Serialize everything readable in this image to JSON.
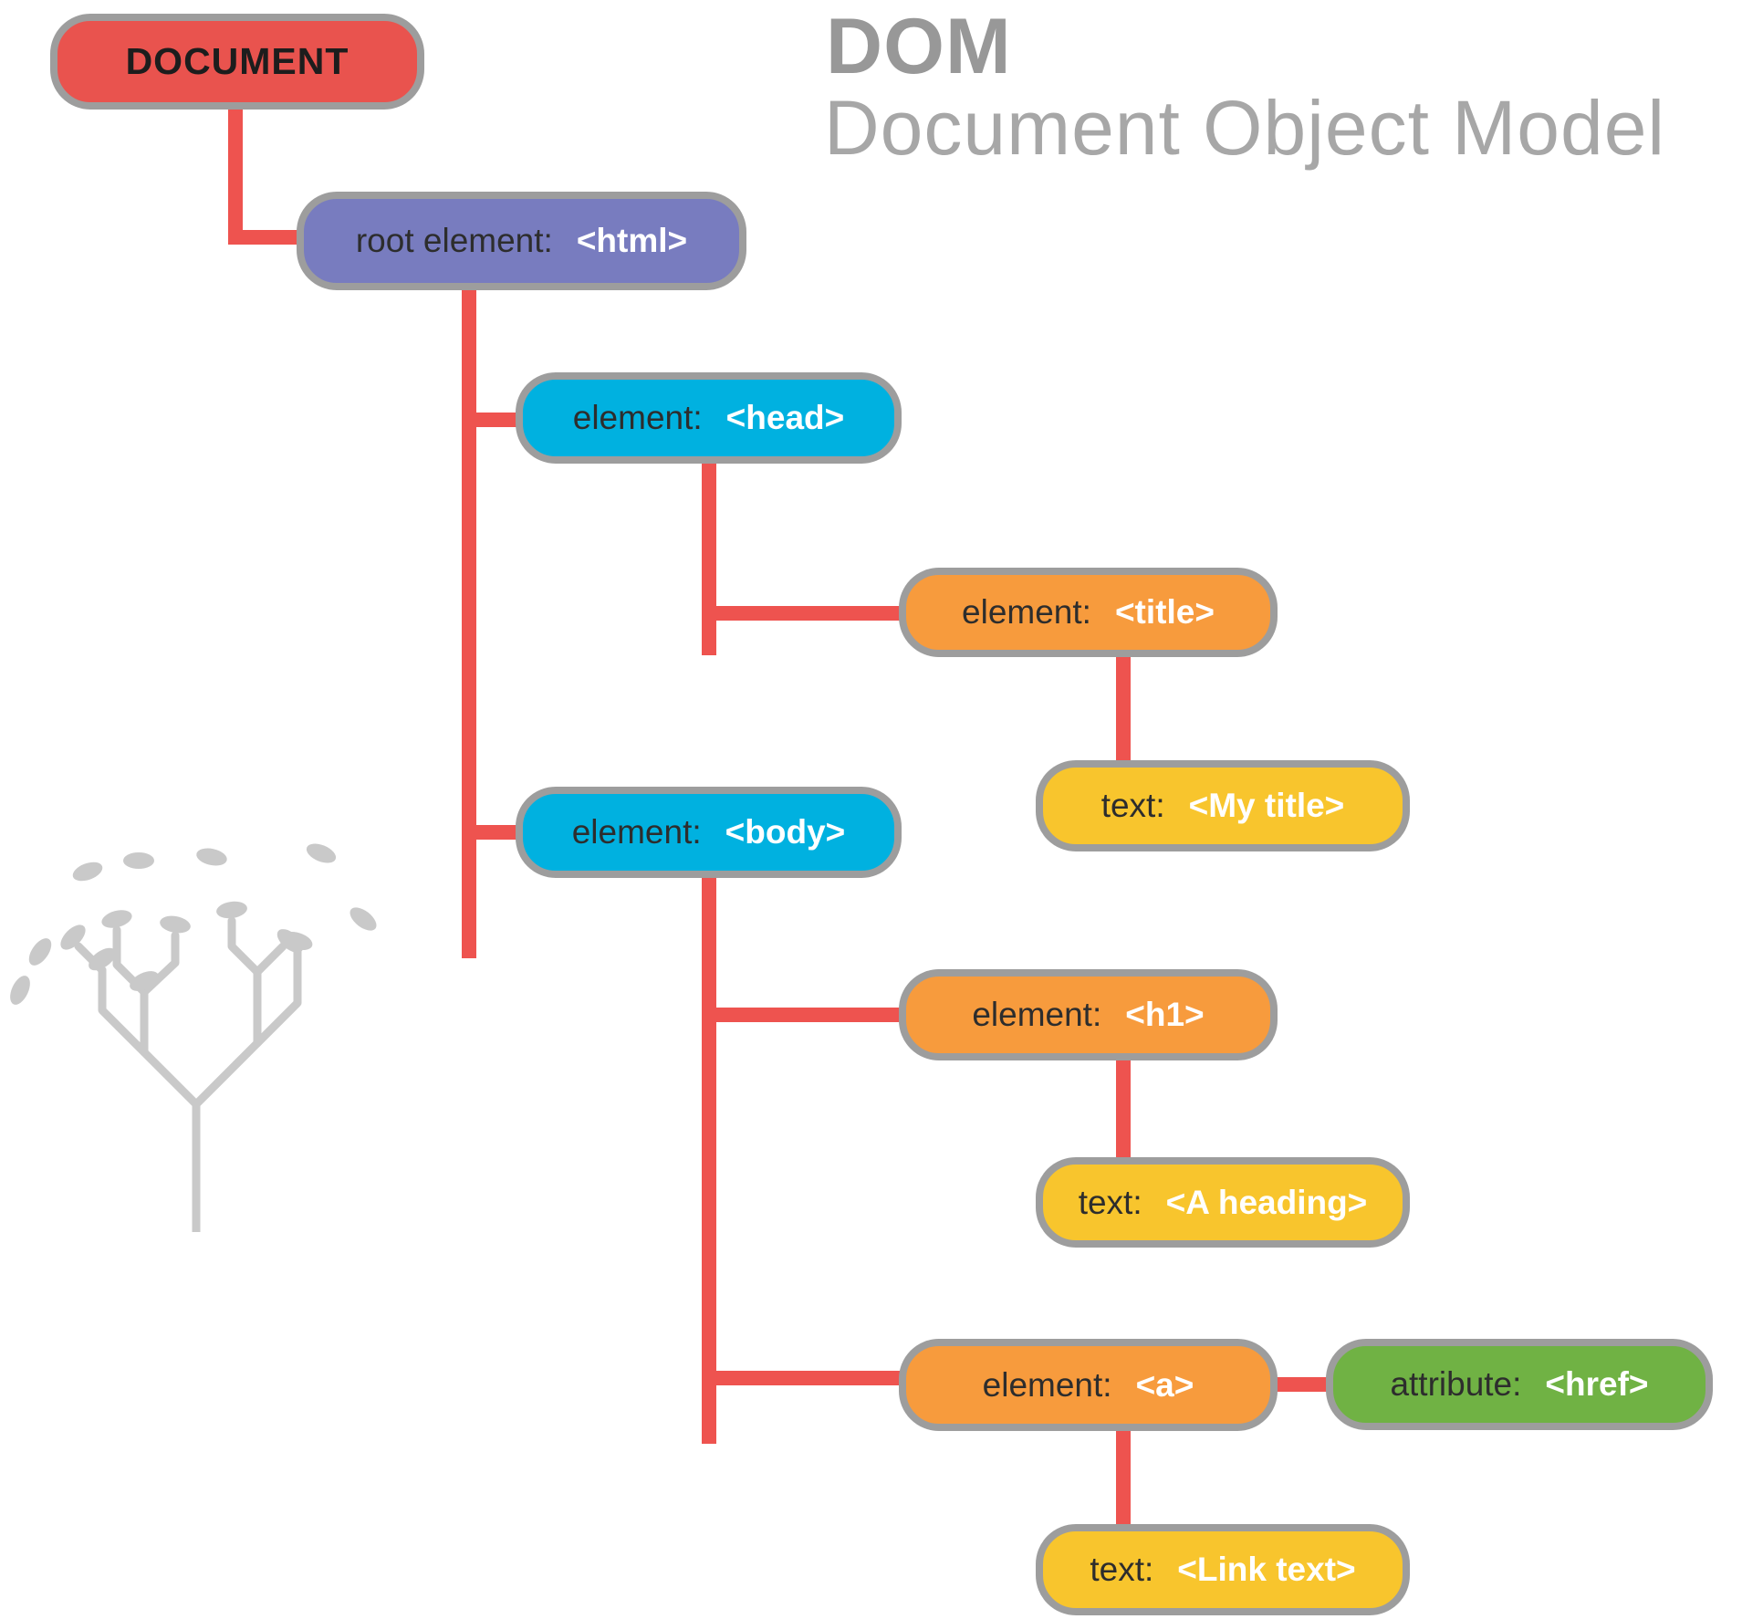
{
  "header": {
    "acronym": "DOM",
    "subtitle": "Document Object Model"
  },
  "palette": {
    "connector_red": "#EE534F",
    "document_red": "#E9534E",
    "root_purple": "#787CBF",
    "element_blue": "#00B1E0",
    "element_orange": "#F79B3D",
    "text_yellow": "#F8C52D",
    "attribute_green": "#70B244",
    "node_border_gray": "#9D9D9D",
    "heading_gray": "#989898",
    "subtitle_gray": "#A7A7A7",
    "tree_gray": "#C9C9C9",
    "label_dark": "#2D2D2D",
    "tag_white": "#FFFFFF"
  },
  "nodes": {
    "document": {
      "label": "DOCUMENT"
    },
    "html": {
      "label": "root element:",
      "tag": "<html>"
    },
    "head": {
      "label": "element:",
      "tag": "<head>"
    },
    "title": {
      "label": "element:",
      "tag": "<title>"
    },
    "my_title": {
      "label": "text:",
      "tag": "<My title>"
    },
    "body": {
      "label": "element:",
      "tag": "<body>"
    },
    "h1": {
      "label": "element:",
      "tag": "<h1>"
    },
    "a_heading": {
      "label": "text:",
      "tag": "<A heading>"
    },
    "a": {
      "label": "element:",
      "tag": "<a>"
    },
    "href": {
      "label": "attribute:",
      "tag": "<href>"
    },
    "link_text": {
      "label": "text:",
      "tag": "<Link text>"
    }
  }
}
